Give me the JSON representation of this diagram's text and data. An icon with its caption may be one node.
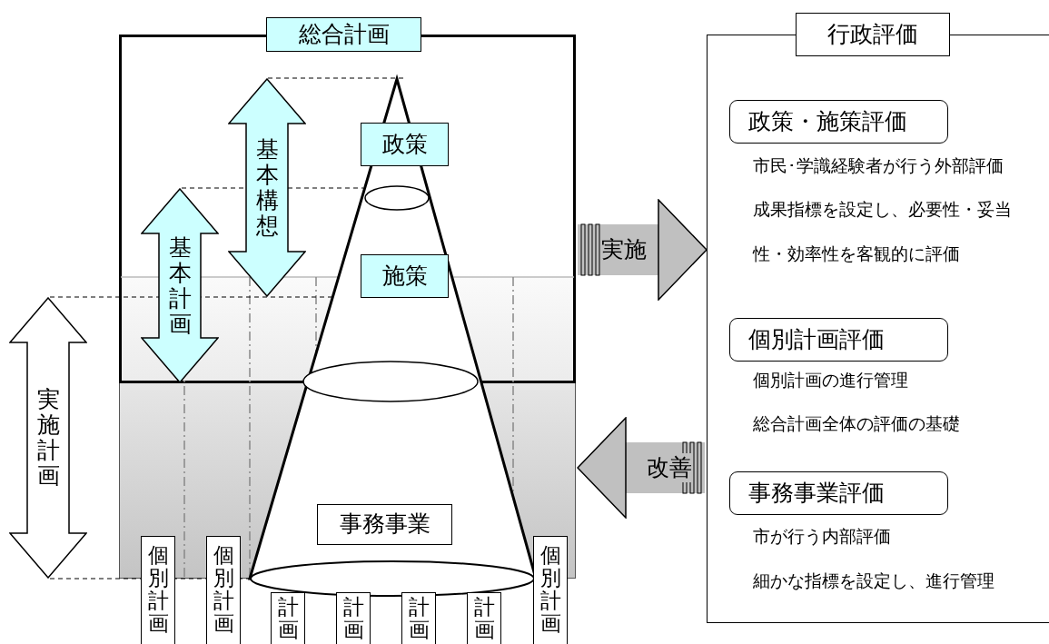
{
  "diagram": {
    "nodes": [
      {
        "text": [
          "総合計画"
        ]
      },
      {
        "text": [
          "基本構想"
        ],
        "in": 0
      },
      {
        "text": [
          "基本計画"
        ],
        "in": 0
      },
      {
        "text": [
          "政策"
        ]
      },
      {
        "text": [
          "施策"
        ]
      },
      {
        "text": [
          "実施計画"
        ]
      },
      {
        "text": [],
        "shape": "box"
      },
      {
        "text": [
          "事務事業"
        ],
        "in": 6
      },
      {
        "text": [
          "個別計画"
        ]
      },
      {
        "text": [
          "個別計画"
        ]
      },
      {
        "text": [
          "計画"
        ]
      },
      {
        "text": [
          "計画"
        ]
      },
      {
        "text": [
          "計画"
        ]
      },
      {
        "text": [
          "計画"
        ]
      },
      {
        "text": [
          "個別計画"
        ]
      },
      {
        "text": [
          "行政評価"
        ]
      },
      {
        "text": [],
        "shape": "box"
      },
      {
        "text": [
          "政策・施策評価"
        ],
        "in": 16,
        "beside": [
          "市民･学識経験者が行う外部評価",
          "成果指標を設定し、必要性・妥当性・効率性を客観的に評価"
        ]
      },
      {
        "text": [
          "個別計画評価"
        ],
        "in": 16,
        "beside": [
          "個別計画の進行管理",
          "総合計画全体の評価の基礎"
        ]
      },
      {
        "text": [
          "事務事業評価"
        ],
        "in": 16,
        "beside": [
          "市が行う内部評価",
          "細かな指標を設定し、進行管理"
        ]
      }
    ],
    "edges": [
      {
        "from": 0,
        "to": 16,
        "arrow": "to",
        "label": "実施"
      },
      {
        "from": 16,
        "to": 6,
        "arrow": "to",
        "label": "改善"
      }
    ]
  }
}
